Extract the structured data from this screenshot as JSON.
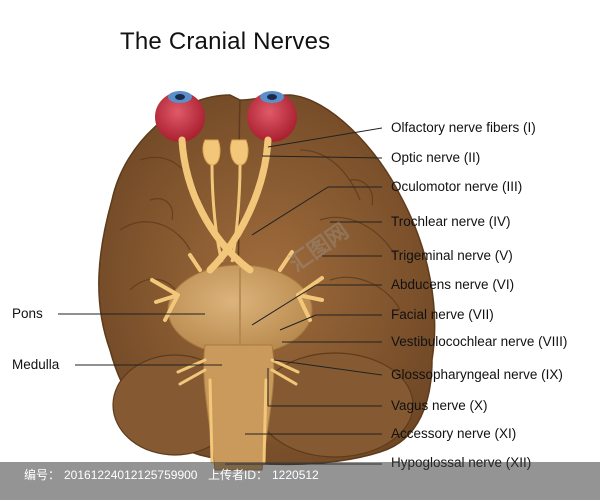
{
  "title": "The Cranial Nerves",
  "labels_right": [
    "Olfactory nerve fibers (I)",
    "Optic nerve (II)",
    "Oculomotor nerve (III)",
    "Trochlear nerve (IV)",
    "Trigeminal nerve (V)",
    "Abducens nerve (VI)",
    "Facial nerve (VII)",
    "Vestibulocochlear nerve (VIII)",
    "Glossopharyngeal nerve (IX)",
    "Vagus nerve (X)",
    "Accessory nerve (XI)",
    "Hypoglossal nerve (XII)"
  ],
  "labels_left": [
    "Pons",
    "Medulla"
  ],
  "footer": {
    "code_label": "编号：",
    "code_value": "20161224012125759900",
    "uploader_label": "上传者ID：",
    "uploader_value": "1220512"
  },
  "watermark": "汇图网",
  "colors": {
    "brain": "#8a5d32",
    "brain_dark": "#5e3b1b",
    "nerve": "#f3c77a",
    "eye": "#c9394a"
  }
}
